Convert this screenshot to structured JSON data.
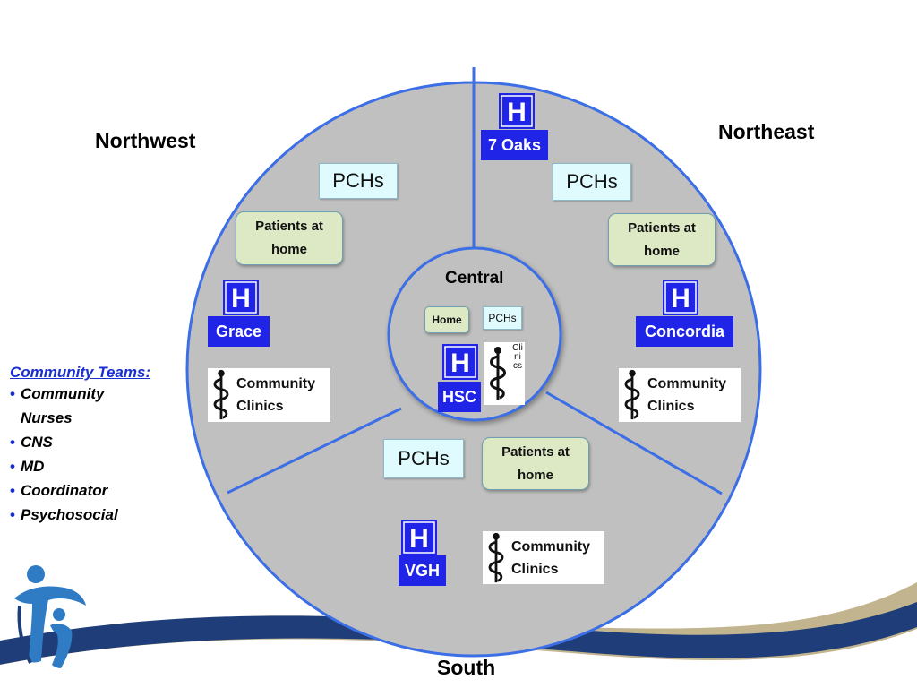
{
  "regions": {
    "northwest": "Northwest",
    "northeast": "Northeast",
    "south": "South",
    "central": "Central"
  },
  "pchs_label": "PCHs",
  "patients_at_home": {
    "line1": "Patients at",
    "line2": "home"
  },
  "central": {
    "home": "Home",
    "pchs": "PCHs",
    "clinics_vertical": "Clinics"
  },
  "hospitals": {
    "seven_oaks": "7 Oaks",
    "grace": "Grace",
    "concordia": "Concordia",
    "hsc": "HSC",
    "vgh": "VGH"
  },
  "hospital_icon_letter": "H",
  "community_clinics": {
    "line1": "Community",
    "line2": "Clinics"
  },
  "community_teams": {
    "title": "Community Teams:",
    "items": [
      "Community Nurses",
      "CNS",
      "MD",
      "Coordinator",
      "Psychosocial"
    ]
  },
  "colors": {
    "circle_fill": "#c0c0c0",
    "circle_stroke": "#3c6ee6",
    "hospital_blue": "#1f24e6",
    "pchs_fill": "#e0fbfe",
    "patients_fill": "#dde8c4",
    "swoosh_navy": "#1f3d78",
    "swoosh_tan": "#c2b48e",
    "logo_blue": "#2f7cc4"
  },
  "icons": {
    "hospital": "hospital-h-icon",
    "clinic": "caduceus-icon",
    "logo": "people-logo-icon"
  }
}
